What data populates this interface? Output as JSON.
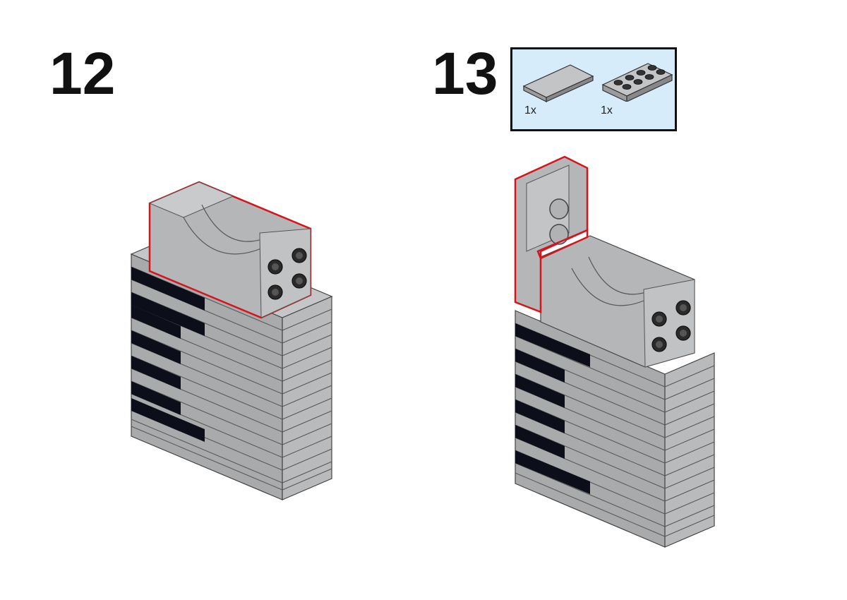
{
  "steps": [
    {
      "number": "12",
      "parts": []
    },
    {
      "number": "13",
      "parts": [
        {
          "name": "tile-1x2",
          "quantity": "1x"
        },
        {
          "name": "plate-2x4",
          "quantity": "1x"
        }
      ]
    }
  ],
  "colors": {
    "brick_gray": "#a8aaac",
    "brick_light": "#c4c6c8",
    "brick_dark": "#8c8e90",
    "black_brick": "#0c0f1a",
    "highlight_outline": "#d6141c",
    "callout_background": "#d6ecfb"
  }
}
